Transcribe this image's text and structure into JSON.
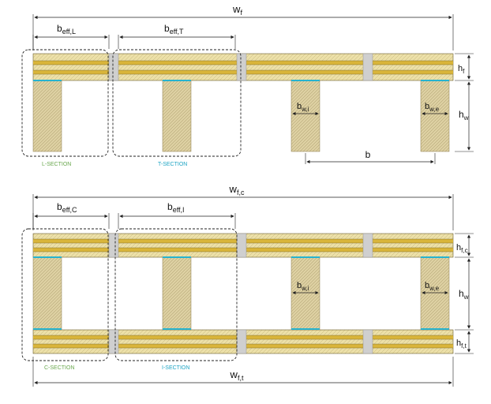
{
  "colors": {
    "flange_fill": "#e9d98a",
    "flange_band": "#d9b53a",
    "flange_outline": "#6a5a2a",
    "web_fill": "#ddd0a2",
    "joint_fill": "#cfcfcf",
    "cyan_accent": "#27b3cf",
    "section_label_green": "#6aa84f",
    "section_label_cyan": "#1fa5c4",
    "dimension_line": "#222222"
  },
  "top": {
    "w_f": {
      "main": "w",
      "sub": "f"
    },
    "b_eff_L": {
      "main": "b",
      "sub": "eff,L"
    },
    "b_eff_T": {
      "main": "b",
      "sub": "eff,T"
    },
    "h_f": {
      "main": "h",
      "sub": "f"
    },
    "h_w": {
      "main": "h",
      "sub": "w"
    },
    "b_w_i": {
      "main": "b",
      "sub": "w,i"
    },
    "b_w_e": {
      "main": "b",
      "sub": "w,e"
    },
    "b": "b",
    "l_section": "L-SECTION",
    "t_section": "T-SECTION"
  },
  "bottom": {
    "w_f_c": {
      "main": "w",
      "sub": "f,c"
    },
    "b_eff_C": {
      "main": "b",
      "sub": "eff,C"
    },
    "b_eff_I": {
      "main": "b",
      "sub": "eff,I"
    },
    "h_f_c": {
      "main": "h",
      "sub": "f,c"
    },
    "h_w": {
      "main": "h",
      "sub": "w"
    },
    "h_f_t": {
      "main": "h",
      "sub": "f,t"
    },
    "b_w_i": {
      "main": "b",
      "sub": "w,i"
    },
    "b_w_e": {
      "main": "b",
      "sub": "w,e"
    },
    "w_f_t": {
      "main": "w",
      "sub": "f,t"
    },
    "c_section": "C-SECTION",
    "i_section": "I-SECTION"
  }
}
